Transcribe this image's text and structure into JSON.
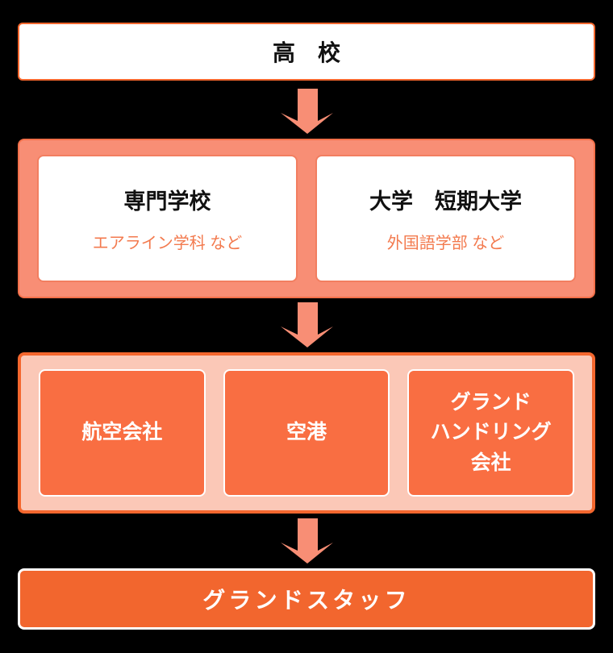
{
  "colors": {
    "page_bg": "#000000",
    "accent_orange": "#f4672e",
    "salmon": "#f88e75",
    "salmon_border": "#f3704a",
    "card_border": "#f27e60",
    "pink": "#fbc8b7",
    "box_orange": "#f96e42",
    "deep_orange": "#f2662e",
    "subtitle_orange": "#f37a4e",
    "text_dark": "#111111",
    "white": "#ffffff"
  },
  "flow": {
    "start": {
      "label": "高　校"
    },
    "education": {
      "items": [
        {
          "title": "専門学校",
          "subtitle": "エアライン学科 など"
        },
        {
          "title": "大学　短期大学",
          "subtitle": "外国語学部 など"
        }
      ]
    },
    "employers": {
      "items": [
        {
          "label": "航空会社"
        },
        {
          "label": "空港"
        },
        {
          "label": "グランド\nハンドリング\n会社"
        }
      ]
    },
    "goal": {
      "label": "グランドスタッフ"
    }
  }
}
